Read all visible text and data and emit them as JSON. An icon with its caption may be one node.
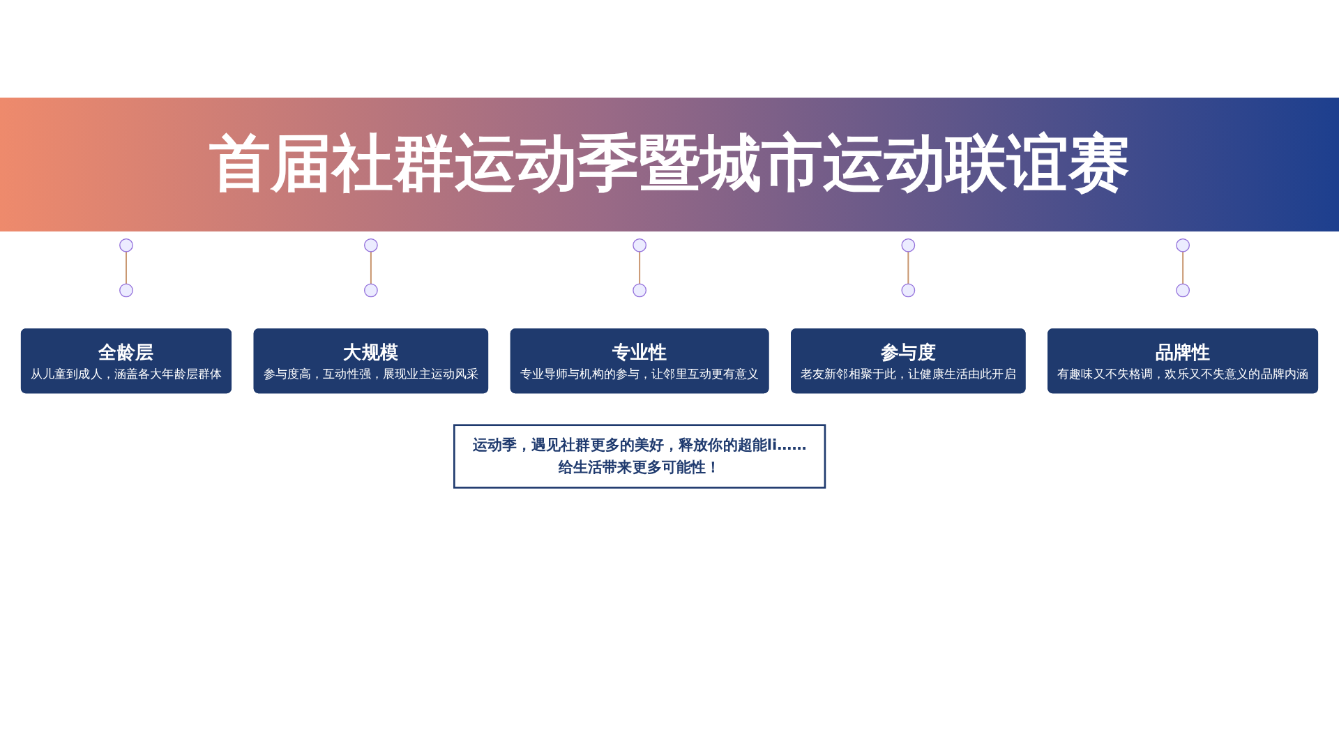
{
  "diagram": {
    "title": "首届社群运动季暨城市运动联谊赛",
    "nodes": [
      {
        "text": [],
        "shape": "circle"
      },
      {
        "text": [],
        "shape": "circle"
      },
      {
        "text": [],
        "shape": "circle"
      },
      {
        "text": [],
        "shape": "circle"
      },
      {
        "text": [],
        "shape": "circle"
      },
      {
        "text": [],
        "shape": "circle"
      },
      {
        "text": [],
        "shape": "circle"
      },
      {
        "text": [],
        "shape": "circle"
      },
      {
        "text": [],
        "shape": "circle"
      },
      {
        "text": [],
        "shape": "circle"
      },
      {
        "text": [
          "全龄层",
          "从儿童到成人，涵盖各大年龄层群体"
        ]
      },
      {
        "text": [
          "大规模",
          "参与度高，互动性强，展现业主运动风采"
        ]
      },
      {
        "text": [
          "专业性",
          "专业导师与机构的参与，让邻里互动更有意义"
        ]
      },
      {
        "text": [
          "参与度",
          "老友新邻相聚于此，让健康生活由此开启"
        ]
      },
      {
        "text": [
          "品牌性",
          "有趣味又不失格调，欢乐又不失意义的品牌内涵"
        ]
      },
      {
        "text": [
          "运动季，遇见社群更多的美好，释放你的超能li……",
          "给生活带来更多可能性！"
        ]
      }
    ],
    "edges": [
      {
        "from": 0,
        "to": 5,
        "arrow": "none"
      },
      {
        "from": 1,
        "to": 6,
        "arrow": "none"
      },
      {
        "from": 2,
        "to": 7,
        "arrow": "none"
      },
      {
        "from": 3,
        "to": 8,
        "arrow": "none"
      },
      {
        "from": 4,
        "to": 9,
        "arrow": "none"
      }
    ]
  }
}
